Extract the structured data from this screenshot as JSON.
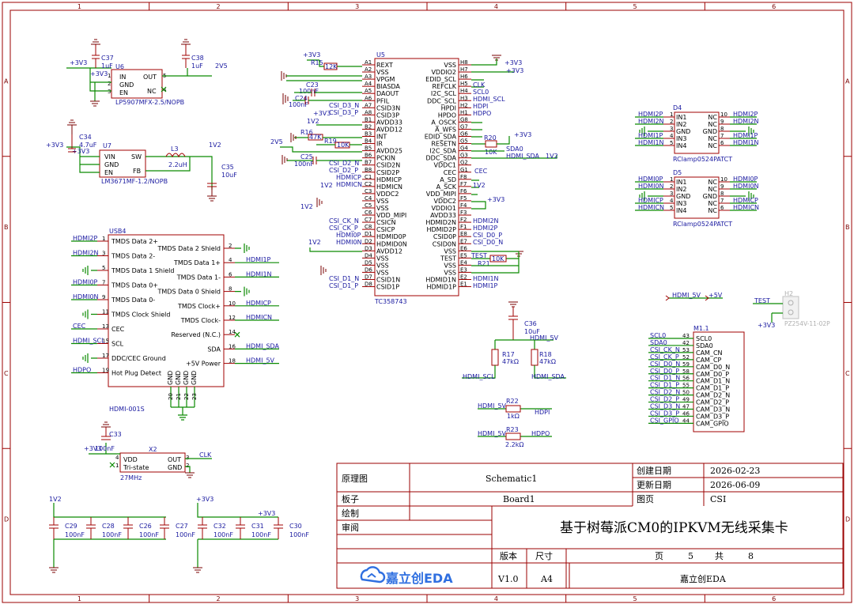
{
  "frame": {
    "columns": [
      "1",
      "2",
      "3",
      "4",
      "5",
      "6"
    ],
    "rows": [
      "A",
      "B",
      "C",
      "D"
    ]
  },
  "power": {
    "p3v3": "+3V3",
    "p1v2": "1V2",
    "p2v5": "2V5",
    "p5v": "+5V"
  },
  "u6": {
    "des": "U6",
    "part": "LP5907MFX-2.5/NOPB",
    "pins": {
      "in": "IN",
      "gnd": "GND",
      "en": "EN",
      "out": "OUT",
      "nc": "NC"
    },
    "c37": {
      "des": "C37",
      "val": "1uF"
    },
    "c38": {
      "des": "C38",
      "val": "1uF"
    }
  },
  "u7": {
    "des": "U7",
    "part": "LM3671MF-1.2/NOPB",
    "pins": {
      "vin": "VIN",
      "gnd": "GND",
      "en": "EN",
      "sw": "SW",
      "fb": "FB"
    },
    "c34": {
      "des": "C34",
      "val": "4.7uF"
    },
    "l3": {
      "des": "L3",
      "val": "2.2uH"
    },
    "c35": {
      "des": "C35",
      "val": "10uF"
    }
  },
  "u5": {
    "des": "U5",
    "part": "TC358743",
    "left_pins": [
      {
        "no": "A1",
        "name": "REXT",
        "net": ""
      },
      {
        "no": "A2",
        "name": "VSS",
        "net": ""
      },
      {
        "no": "A3",
        "name": "VPGM",
        "net": ""
      },
      {
        "no": "A4",
        "name": "BIASDA",
        "net": ""
      },
      {
        "no": "A5",
        "name": "DAOUT",
        "net": ""
      },
      {
        "no": "A6",
        "name": "PFIL",
        "net": ""
      },
      {
        "no": "A7",
        "name": "CSID3N",
        "net": "CSI_D3_N"
      },
      {
        "no": "A8",
        "name": "CSID3P",
        "net": "CSI_D3_P"
      },
      {
        "no": "B1",
        "name": "AVDD33",
        "net": ""
      },
      {
        "no": "B2",
        "name": "AVDD12",
        "net": ""
      },
      {
        "no": "B3",
        "name": "INT",
        "net": ""
      },
      {
        "no": "B4",
        "name": "IR",
        "net": ""
      },
      {
        "no": "B5",
        "name": "AVDD25",
        "net": ""
      },
      {
        "no": "B6",
        "name": "PCKIN",
        "net": ""
      },
      {
        "no": "B7",
        "name": "CSID2N",
        "net": "CSI_D2_N"
      },
      {
        "no": "B8",
        "name": "CSID2P",
        "net": "CSI_D2_P"
      },
      {
        "no": "C1",
        "name": "HDMICP",
        "net": "HDMICP"
      },
      {
        "no": "C2",
        "name": "HDMICN",
        "net": "HDMICN"
      },
      {
        "no": "C3",
        "name": "VDDC2",
        "net": ""
      },
      {
        "no": "C4",
        "name": "VSS",
        "net": ""
      },
      {
        "no": "C5",
        "name": "VSS",
        "net": ""
      },
      {
        "no": "C6",
        "name": "VDD_MIPI",
        "net": ""
      },
      {
        "no": "C7",
        "name": "CSICN",
        "net": "CSI_CK_N"
      },
      {
        "no": "C8",
        "name": "CSICP",
        "net": "CSI_CK_P"
      },
      {
        "no": "D1",
        "name": "HDMID0P",
        "net": "HDMI0P"
      },
      {
        "no": "D2",
        "name": "HDMID0N",
        "net": "HDMI0N"
      },
      {
        "no": "D3",
        "name": "AVDD12",
        "net": ""
      },
      {
        "no": "D4",
        "name": "VSS",
        "net": ""
      },
      {
        "no": "D5",
        "name": "VSS",
        "net": ""
      },
      {
        "no": "D6",
        "name": "VSS",
        "net": ""
      },
      {
        "no": "D7",
        "name": "CSID1N",
        "net": "CSI_D1_N"
      },
      {
        "no": "D8",
        "name": "CSID1P",
        "net": "CSI_D1_P"
      }
    ],
    "right_pins": [
      {
        "no": "H8",
        "name": "VSS",
        "net": ""
      },
      {
        "no": "H7",
        "name": "VDDIO2",
        "net": "+3V3"
      },
      {
        "no": "H6",
        "name": "EDID_SCL",
        "net": ""
      },
      {
        "no": "H5",
        "name": "REFCLK",
        "net": "CLK"
      },
      {
        "no": "H4",
        "name": "I2C_SCL",
        "net": "SCL0"
      },
      {
        "no": "H3",
        "name": "DDC_SCL",
        "net": "HDMI_SCL"
      },
      {
        "no": "H2",
        "name": "HPDI",
        "net": "HDPI"
      },
      {
        "no": "H1",
        "name": "HPDO",
        "net": "HDPO"
      },
      {
        "no": "G8",
        "name": "A_OSCK",
        "net": ""
      },
      {
        "no": "G7",
        "name": "A_WFS",
        "net": ""
      },
      {
        "no": "G6",
        "name": "EDID_SDA",
        "net": ""
      },
      {
        "no": "G5",
        "name": "RESETN",
        "net": ""
      },
      {
        "no": "G4",
        "name": "I2C_SDA",
        "net": "SDA0"
      },
      {
        "no": "G3",
        "name": "DDC_SDA",
        "net": "HDMI_SDA"
      },
      {
        "no": "G2",
        "name": "VDDC1",
        "net": "1V2"
      },
      {
        "no": "G1",
        "name": "CEC",
        "net": "CEC"
      },
      {
        "no": "F8",
        "name": "A_SD",
        "net": ""
      },
      {
        "no": "F7",
        "name": "A_SCK",
        "net": "1V2"
      },
      {
        "no": "F6",
        "name": "VDD_MIPI",
        "net": ""
      },
      {
        "no": "F5",
        "name": "VDDC2",
        "net": "+3V3"
      },
      {
        "no": "F4",
        "name": "VDDIO1",
        "net": ""
      },
      {
        "no": "F3",
        "name": "AVDD33",
        "net": ""
      },
      {
        "no": "F2",
        "name": "HDMID2N",
        "net": "HDMI2N"
      },
      {
        "no": "F1",
        "name": "HDMID2P",
        "net": "HDMI2P"
      },
      {
        "no": "E8",
        "name": "CSID0P",
        "net": "CSI_D0_P"
      },
      {
        "no": "E7",
        "name": "CSID0N",
        "net": "CSI_D0_N"
      },
      {
        "no": "E6",
        "name": "VSS",
        "net": ""
      },
      {
        "no": "E5",
        "name": "TEST",
        "net": "TEST"
      },
      {
        "no": "E4",
        "name": "VSS",
        "net": ""
      },
      {
        "no": "E3",
        "name": "VSS",
        "net": ""
      },
      {
        "no": "E2",
        "name": "HDMID1N",
        "net": "HDMI1N"
      },
      {
        "no": "E1",
        "name": "HDMID1P",
        "net": "HDMI1P"
      }
    ],
    "parts": {
      "r15": {
        "des": "R15",
        "val": "12K"
      },
      "c23": {
        "des": "C23",
        "val": "100nF"
      },
      "c24": {
        "des": "C24",
        "val": "100nF"
      },
      "r16": {
        "des": "R16",
        "val": "47K"
      },
      "r19": {
        "des": "R19",
        "val": "10K"
      },
      "c25": {
        "des": "C25",
        "val": "100nF"
      },
      "r20": {
        "des": "R20",
        "val": "10K"
      },
      "r21": {
        "des": "R21",
        "val": "10K"
      }
    }
  },
  "usb4": {
    "des": "USB4",
    "part": "HDMI-001S",
    "left": [
      {
        "no": "1",
        "name": "TMDS Data 2+",
        "net": "HDMI2P"
      },
      {
        "no": "3",
        "name": "TMDS Data 2-",
        "net": "HDMI2N"
      },
      {
        "no": "5",
        "name": "TMDS Data 1 Shield",
        "net": ""
      },
      {
        "no": "7",
        "name": "TMDS Data 0+",
        "net": "HDMI0P"
      },
      {
        "no": "9",
        "name": "TMDS Data 0-",
        "net": "HDMI0N"
      },
      {
        "no": "11",
        "name": "TMDS Clock Shield",
        "net": ""
      },
      {
        "no": "13",
        "name": "CEC",
        "net": "CEC"
      },
      {
        "no": "15",
        "name": "SCL",
        "net": "HDMI_SCL"
      },
      {
        "no": "17",
        "name": "DDC/CEC Ground",
        "net": ""
      },
      {
        "no": "19",
        "name": "Hot Plug Detect",
        "net": "HDPO"
      }
    ],
    "right": [
      {
        "no": "2",
        "name": "TMDS Data 2 Shield",
        "net": ""
      },
      {
        "no": "4",
        "name": "TMDS Data 1+",
        "net": "HDMI1P"
      },
      {
        "no": "6",
        "name": "TMDS Data 1-",
        "net": "HDMI1N"
      },
      {
        "no": "8",
        "name": "TMDS Data 0 Shield",
        "net": ""
      },
      {
        "no": "10",
        "name": "TMDS Clock+",
        "net": "HDMICP"
      },
      {
        "no": "12",
        "name": "TMDS Clock-",
        "net": "HDMICN"
      },
      {
        "no": "14",
        "name": "Reserved (N.C.)",
        "net": ""
      },
      {
        "no": "16",
        "name": "SDA",
        "net": "HDMI_SDA"
      },
      {
        "no": "18",
        "name": "+5V Power",
        "net": "HDMI_5V"
      }
    ],
    "bottom": [
      "20",
      "21",
      "22",
      "23"
    ],
    "bottom_label": "GND"
  },
  "d4": {
    "des": "D4",
    "part": "RClamp0524PATCT",
    "left": [
      {
        "no": "1",
        "name": "IN1",
        "net": "HDMI2P"
      },
      {
        "no": "2",
        "name": "IN2",
        "net": "HDMI2N"
      },
      {
        "no": "3",
        "name": "GND",
        "net": ""
      },
      {
        "no": "4",
        "name": "IN3",
        "net": "HDMI1P"
      },
      {
        "no": "5",
        "name": "IN4",
        "net": "HDMI1N"
      }
    ],
    "right": [
      {
        "no": "10",
        "name": "NC",
        "net": "HDMI2P"
      },
      {
        "no": "9",
        "name": "NC",
        "net": "HDMI2N"
      },
      {
        "no": "8",
        "name": "GND",
        "net": ""
      },
      {
        "no": "7",
        "name": "NC",
        "net": "HDMI1P"
      },
      {
        "no": "6",
        "name": "NC",
        "net": "HDMI1N"
      }
    ]
  },
  "d5": {
    "des": "D5",
    "part": "RClamp0524PATCT",
    "left": [
      {
        "no": "1",
        "name": "IN1",
        "net": "HDMI0P"
      },
      {
        "no": "2",
        "name": "IN2",
        "net": "HDMI0N"
      },
      {
        "no": "3",
        "name": "GND",
        "net": ""
      },
      {
        "no": "4",
        "name": "IN3",
        "net": "HDMICP"
      },
      {
        "no": "5",
        "name": "IN4",
        "net": "HDMICN"
      }
    ],
    "right": [
      {
        "no": "10",
        "name": "NC",
        "net": "HDMI0P"
      },
      {
        "no": "9",
        "name": "NC",
        "net": "HDMI0N"
      },
      {
        "no": "8",
        "name": "GND",
        "net": ""
      },
      {
        "no": "7",
        "name": "NC",
        "net": "HDMICP"
      },
      {
        "no": "6",
        "name": "NC",
        "net": "HDMICN"
      }
    ]
  },
  "hdmi5v": {
    "c36": {
      "des": "C36",
      "val": "10uF"
    },
    "r17": {
      "des": "R17",
      "val": "47kΩ"
    },
    "r18": {
      "des": "R18",
      "val": "47kΩ"
    },
    "r22": {
      "des": "R22",
      "val": "1kΩ"
    },
    "r23": {
      "des": "R23",
      "val": "2.2kΩ"
    },
    "net5v": "HDMI_5V",
    "scl": "HDMI_SCL",
    "sda": "HDMI_SDA",
    "hdpi": "HDPI",
    "hdpo": "HDPO"
  },
  "h2": {
    "des": "H2",
    "part": "PZ254V-11-02P",
    "net": "TEST"
  },
  "m1": {
    "des": "M1.1",
    "pins": [
      {
        "net": "SCL0",
        "no": "43",
        "name": "SCL0"
      },
      {
        "net": "SDA0",
        "no": "42",
        "name": "SDA0"
      },
      {
        "net": "CSI_CK_N",
        "no": "53",
        "name": "CAM_CN"
      },
      {
        "net": "CSI_CK_P",
        "no": "52",
        "name": "CAM_CP"
      },
      {
        "net": "CSI_D0_N",
        "no": "59",
        "name": "CAM_D0_N"
      },
      {
        "net": "CSI_D0_P",
        "no": "58",
        "name": "CAM_D0_P"
      },
      {
        "net": "CSI_D1_N",
        "no": "56",
        "name": "CAM_D1_N"
      },
      {
        "net": "CSI_D1_P",
        "no": "55",
        "name": "CAM_D1_P"
      },
      {
        "net": "CSI_D2_N",
        "no": "50",
        "name": "CAM_D2_N"
      },
      {
        "net": "CSI_D2_P",
        "no": "49",
        "name": "CAM_D2_P"
      },
      {
        "net": "CSI_D3_N",
        "no": "47",
        "name": "CAM_D3_N"
      },
      {
        "net": "CSI_D3_P",
        "no": "46",
        "name": "CAM_D3_P"
      },
      {
        "net": "CSI_GPIO",
        "no": "44",
        "name": "CAM_GPIO"
      }
    ]
  },
  "x2": {
    "des": "X2",
    "val": "27MHz",
    "pins": {
      "vdd": "VDD",
      "tri": "Tri-state",
      "out": "OUT",
      "gnd": "GND"
    },
    "c33": {
      "des": "C33",
      "val": "100nF"
    },
    "net": "CLK"
  },
  "decaps": {
    "left": [
      {
        "des": "C29",
        "val": "100nF"
      },
      {
        "des": "C28",
        "val": "100nF"
      },
      {
        "des": "C26",
        "val": "100nF"
      },
      {
        "des": "C27",
        "val": "100nF"
      }
    ],
    "right": [
      {
        "des": "C32",
        "val": "100nF"
      },
      {
        "des": "C31",
        "val": "100nF"
      },
      {
        "des": "C30",
        "val": "100nF"
      }
    ]
  },
  "title_block": {
    "schematic_label": "原理图",
    "schematic_value": "Schematic1",
    "create_label": "创建日期",
    "create_value": "2026-02-23",
    "update_label": "更新日期",
    "update_value": "2026-06-09",
    "board_label": "板子",
    "board_value": "Board1",
    "page_label": "图页",
    "page_value": "CSI",
    "draw_label": "绘制",
    "review_label": "审阅",
    "title": "基于树莓派CM0的IPKVM无线采集卡",
    "version_label": "版本",
    "size_label": "尺寸",
    "version_value": "V1.0",
    "size_value": "A4",
    "page_word": "页",
    "page_no": "5",
    "total_word": "共",
    "total_no": "8",
    "company": "嘉立创EDA",
    "logo_text": "嘉立创EDA"
  }
}
